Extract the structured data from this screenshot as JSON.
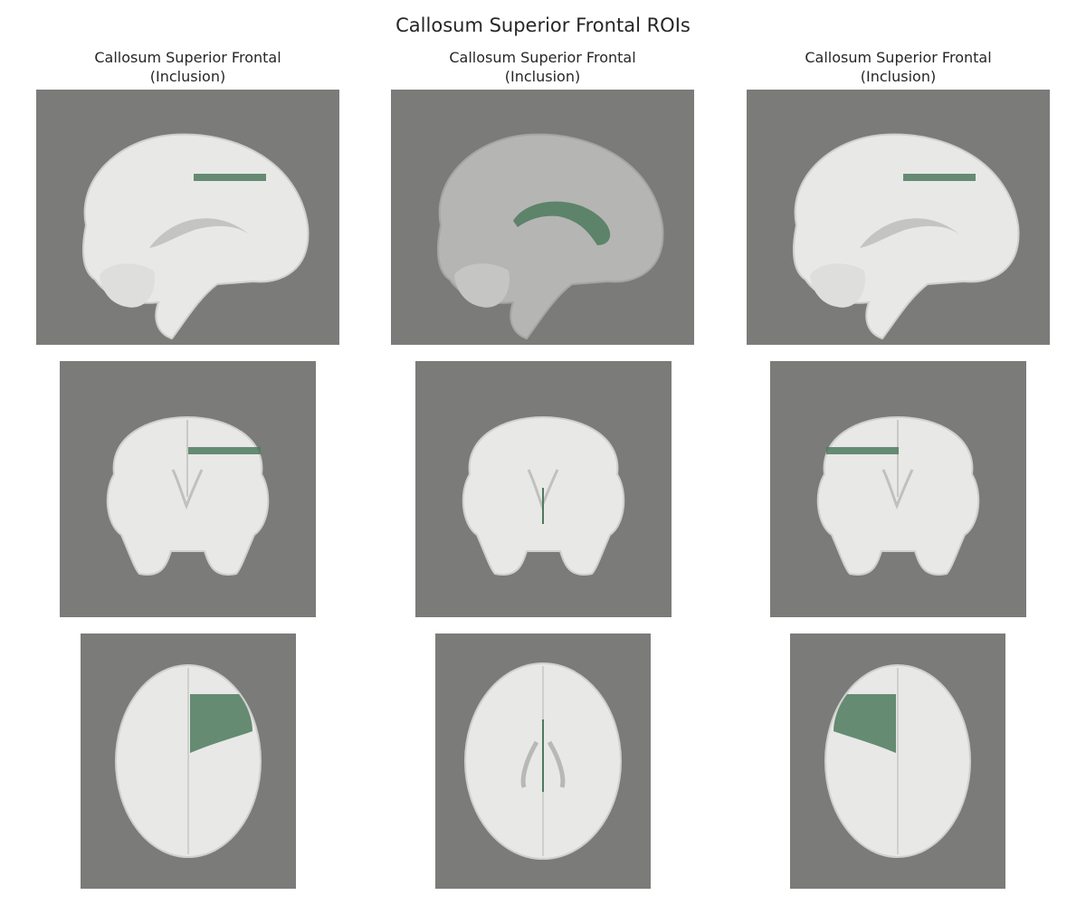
{
  "figure": {
    "title": "Callosum Superior Frontal ROIs",
    "columns": [
      {
        "title": "Callosum Superior Frontal\n(Inclusion)"
      },
      {
        "title": "Callosum Superior Frontal\n(Inclusion)"
      },
      {
        "title": "Callosum Superior Frontal\n(Inclusion)"
      }
    ]
  },
  "colors": {
    "background": "#7b7b79",
    "brain": "#e8e8e6",
    "roi": "#4d7a5e"
  },
  "panels": [
    {
      "view": "sagittal",
      "roi": "superior-strip"
    },
    {
      "view": "sagittal",
      "roi": "corpus-callosum"
    },
    {
      "view": "sagittal",
      "roi": "superior-strip"
    },
    {
      "view": "coronal",
      "roi": "right-strip"
    },
    {
      "view": "coronal",
      "roi": "midline"
    },
    {
      "view": "coronal",
      "roi": "left-strip"
    },
    {
      "view": "axial",
      "roi": "right-frontal"
    },
    {
      "view": "axial",
      "roi": "midline"
    },
    {
      "view": "axial",
      "roi": "left-frontal"
    }
  ]
}
